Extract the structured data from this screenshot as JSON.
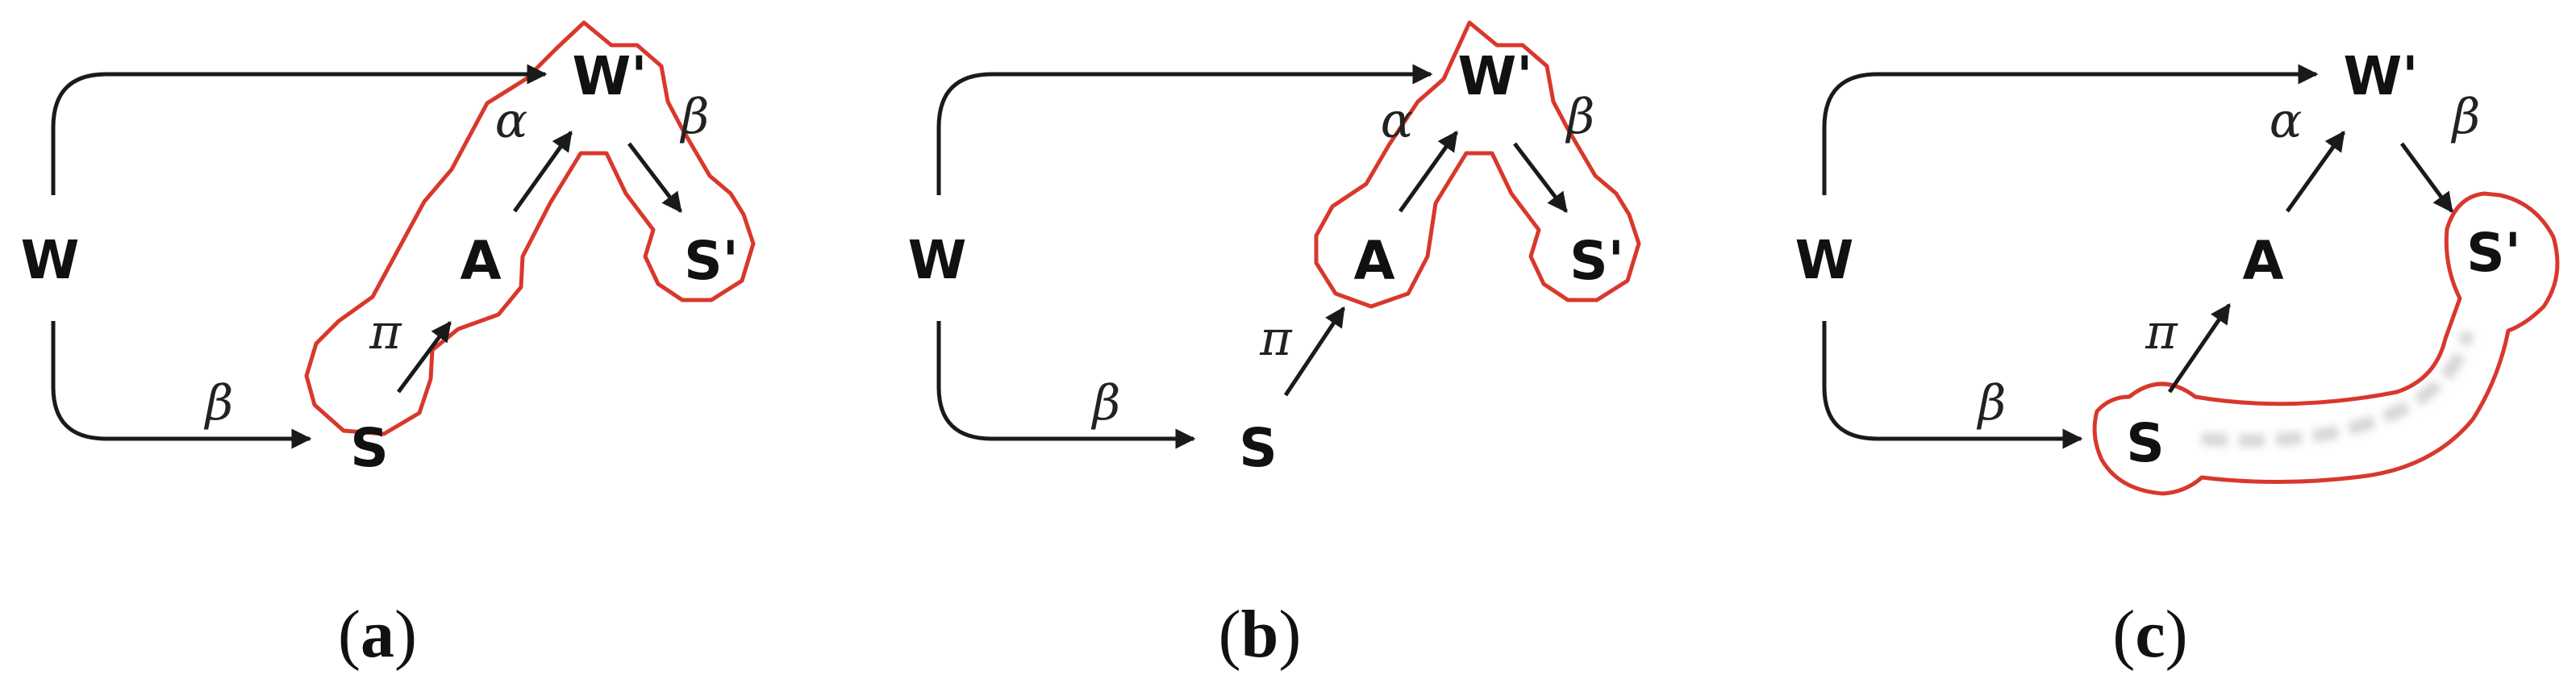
{
  "nodes": {
    "w": "W",
    "w_prime": "W'",
    "a": "A",
    "s": "S",
    "s_prime": "S'"
  },
  "edge_labels": {
    "alpha": "α",
    "beta": "β",
    "pi": "π"
  },
  "panels": [
    {
      "caption_open": "(",
      "caption_letter": "a",
      "caption_close": ")"
    },
    {
      "caption_open": "(",
      "caption_letter": "b",
      "caption_close": ")"
    },
    {
      "caption_open": "(",
      "caption_letter": "c",
      "caption_close": ")"
    }
  ],
  "colors": {
    "highlight": "#d8382c",
    "edge": "#1a1a1a",
    "text": "#111111"
  }
}
